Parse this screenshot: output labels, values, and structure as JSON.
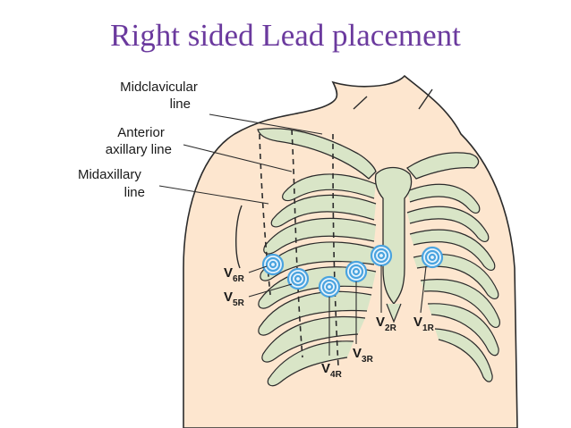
{
  "title": "Right sided Lead placement",
  "colors": {
    "title": "#6b3a9e",
    "skin": "#fde6cf",
    "bone": "#d9e5c7",
    "electrode": "#4aa3df",
    "outline": "#2b2b2b"
  },
  "guide_lines": [
    {
      "id": "midclavicular",
      "lines": [
        "Midclavicular",
        "line"
      ]
    },
    {
      "id": "anterior-axillary",
      "lines": [
        "Anterior",
        "axillary line"
      ]
    },
    {
      "id": "midaxillary",
      "lines": [
        "Midaxillary",
        "line"
      ]
    }
  ],
  "leads": [
    {
      "id": "v1r",
      "letter": "V",
      "sub": "1R"
    },
    {
      "id": "v2r",
      "letter": "V",
      "sub": "2R"
    },
    {
      "id": "v3r",
      "letter": "V",
      "sub": "3R"
    },
    {
      "id": "v4r",
      "letter": "V",
      "sub": "4R"
    },
    {
      "id": "v5r",
      "letter": "V",
      "sub": "5R"
    },
    {
      "id": "v6r",
      "letter": "V",
      "sub": "6R"
    }
  ]
}
